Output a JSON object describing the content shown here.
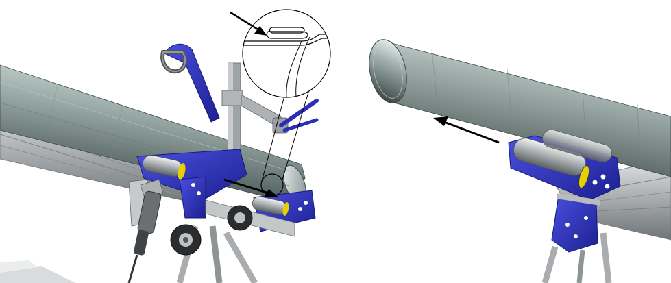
{
  "figure": {
    "left_panel": {
      "parts": [
        "pipe",
        "rail",
        "roller-carriage",
        "clamp-post",
        "handle",
        "wheel",
        "welding-tool",
        "detail-callout",
        "feed-arrow",
        "callout-arrow"
      ]
    },
    "right_panel": {
      "parts": [
        "pipe",
        "rail",
        "roller-carriage",
        "stand",
        "direction-arrow"
      ]
    },
    "colors": {
      "pipe_light": "#c9d3d1",
      "pipe_mid": "#8d9c99",
      "pipe_dark": "#4e5a58",
      "rail": "#b9bcbd",
      "rail_dark": "#7d8284",
      "blue": "#2b2fb8",
      "blue_dark": "#151a7a",
      "yellow": "#e8d000",
      "steel": "#a9adb0",
      "black": "#000000"
    }
  }
}
